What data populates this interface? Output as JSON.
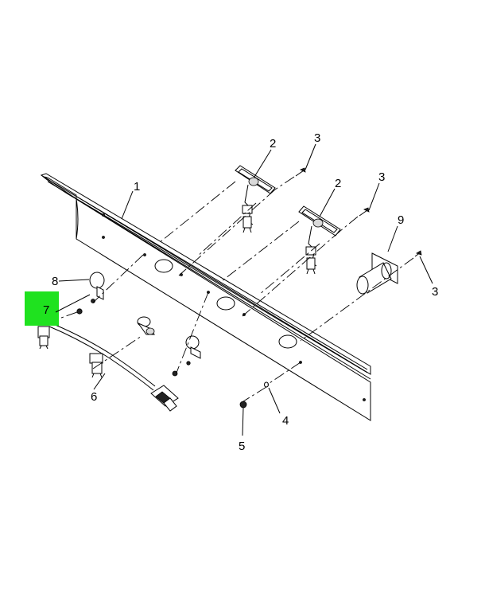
{
  "diagram": {
    "callouts": [
      "1",
      "2",
      "2",
      "3",
      "3",
      "3",
      "4",
      "5",
      "6",
      "7",
      "8",
      "9"
    ],
    "highlight": {
      "callout": "7",
      "color": "#1fe21f"
    }
  }
}
